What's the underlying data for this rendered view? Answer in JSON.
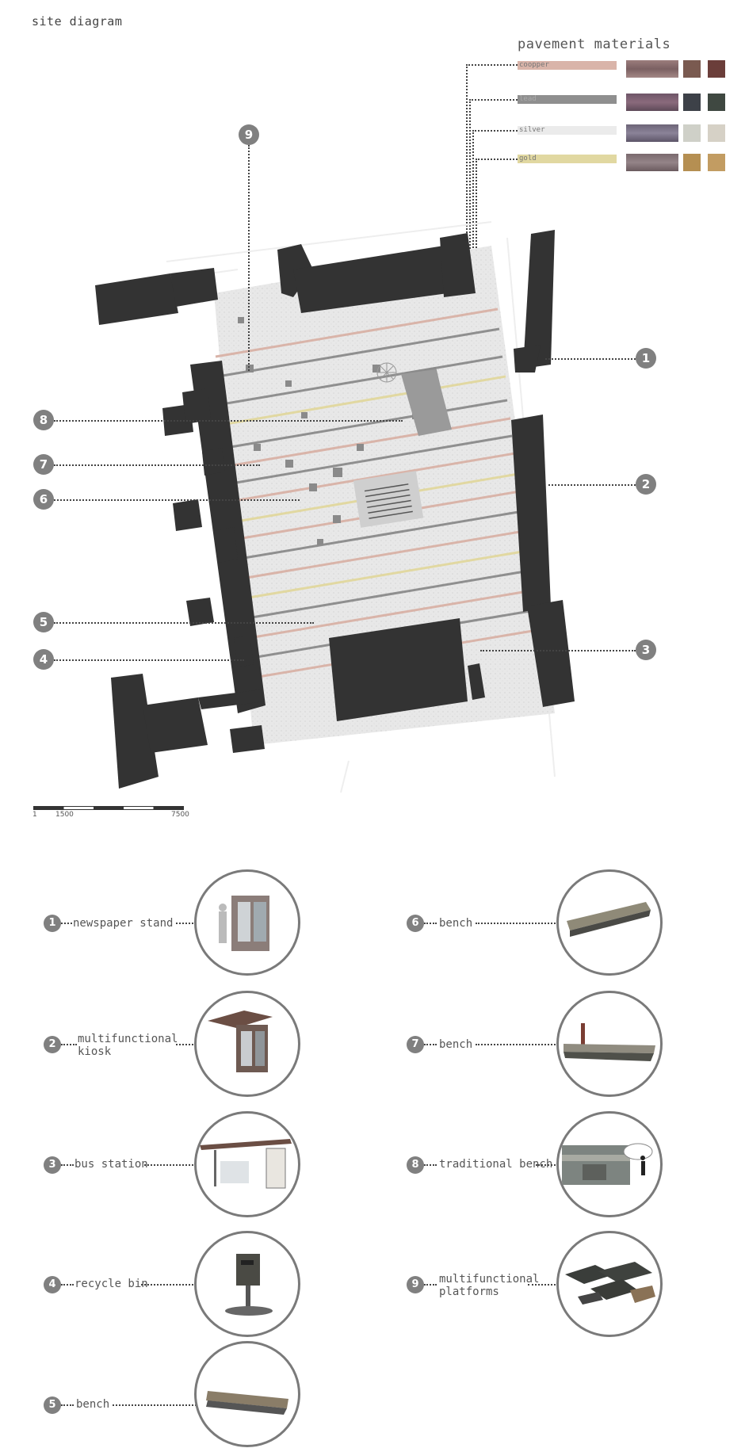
{
  "title": "site diagram",
  "materials": {
    "title": "pavement materials",
    "items": [
      {
        "label": "coopper",
        "bar_color": "#d9b4a9",
        "swatches": [
          "#8e6f70",
          "#7a5a50",
          "#6b3e3a"
        ]
      },
      {
        "label": "lead",
        "bar_color": "#8f8f8f",
        "swatches": [
          "#6e5567",
          "#3d4148",
          "#3f4841"
        ]
      },
      {
        "label": "silver",
        "bar_color": "#ebebeb",
        "swatches": [
          "#6d6578",
          "#cfd0c8",
          "#d6d1c6"
        ]
      },
      {
        "label": "gold",
        "bar_color": "#e1d8a1",
        "swatches": [
          "#7a6a6e",
          "#b58f52",
          "#c29c62"
        ]
      }
    ]
  },
  "scale_bar": {
    "labels": [
      "1",
      "1500",
      "7500"
    ]
  },
  "callouts": [
    "1",
    "2",
    "3",
    "4",
    "5",
    "6",
    "7",
    "8",
    "9"
  ],
  "legend": [
    {
      "num": "1",
      "label": "newspaper stand",
      "image": "newspaper-stand-icon"
    },
    {
      "num": "2",
      "label": "multifunctional\nkiosk",
      "image": "kiosk-icon"
    },
    {
      "num": "3",
      "label": "bus station",
      "image": "bus-shelter-icon"
    },
    {
      "num": "4",
      "label": "recycle bin",
      "image": "recycle-bin-icon"
    },
    {
      "num": "5",
      "label": "bench",
      "image": "bench-icon"
    },
    {
      "num": "6",
      "label": "bench",
      "image": "bench-icon"
    },
    {
      "num": "7",
      "label": "bench",
      "image": "bench-icon"
    },
    {
      "num": "8",
      "label": "traditional bench",
      "image": "traditional-bench-photo"
    },
    {
      "num": "9",
      "label": "multifunctional\nplatforms",
      "image": "platforms-icon"
    }
  ],
  "colors": {
    "building": "#333333",
    "plaza": "#e6e6e6",
    "marker": "#808080",
    "ring": "#7a7a7a"
  }
}
